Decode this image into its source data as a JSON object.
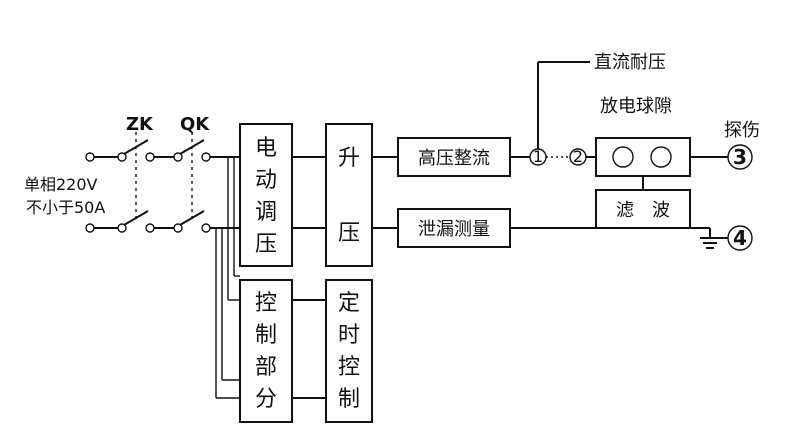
{
  "switches": {
    "zk": "ZK",
    "qk": "QK"
  },
  "supply": {
    "line1": "单相220V",
    "line2": "不小于50A"
  },
  "blocks": {
    "regulator": [
      "电",
      "动",
      "调",
      "压"
    ],
    "transformer": [
      "升",
      "压"
    ],
    "control": [
      "控",
      "制",
      "部",
      "分"
    ],
    "timer": [
      "定",
      "时",
      "控",
      "制"
    ],
    "rectifier": "高压整流",
    "leak": "泄漏测量",
    "filter": "滤　波"
  },
  "labels": {
    "dc_withstand": "直流耐压",
    "ball_gap": "放电球隙",
    "probe": "探伤"
  },
  "terminals": {
    "t1": "1",
    "t2": "2",
    "t3": "3",
    "t4": "4"
  }
}
